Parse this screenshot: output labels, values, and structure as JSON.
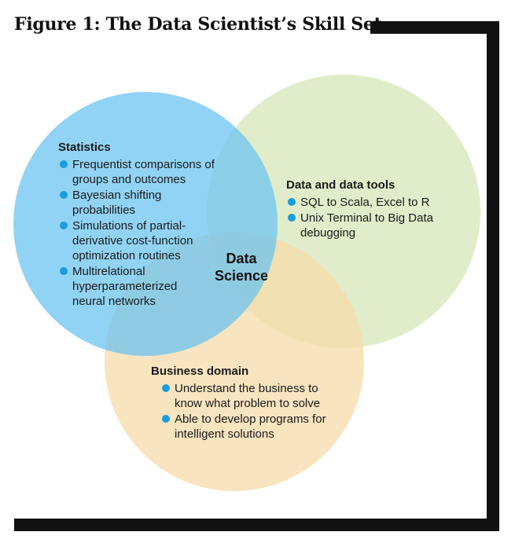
{
  "title": "Figure 1: The Data Scientist’s Skill Set",
  "colors": {
    "statistics": "#6cc4f0",
    "tools": "#d7e7b8",
    "business": "#f6dba9",
    "bullet": "#1a9ddc"
  },
  "center": {
    "line1": "Data",
    "line2": "Science"
  },
  "statistics": {
    "heading": "Statistics",
    "items": [
      {
        "lines": [
          "Frequentist comparisons of",
          "groups and outcomes"
        ]
      },
      {
        "lines": [
          "Bayesian shifting",
          "probabilities"
        ]
      },
      {
        "lines": [
          "Simulations of partial-",
          "derivative cost-function",
          "optimization routines"
        ]
      },
      {
        "lines": [
          "Multirelational",
          "hyperparameterized",
          "neural networks"
        ]
      }
    ]
  },
  "tools": {
    "heading": "Data and data tools",
    "items": [
      {
        "lines": [
          "SQL to Scala, Excel to R"
        ]
      },
      {
        "lines": [
          "Unix Terminal to Big Data",
          "debugging"
        ]
      }
    ]
  },
  "business": {
    "heading": "Business domain",
    "items": [
      {
        "lines": [
          "Understand the business to",
          "know what problem to solve"
        ]
      },
      {
        "lines": [
          "Able to develop programs for",
          "intelligent solutions"
        ]
      }
    ]
  }
}
